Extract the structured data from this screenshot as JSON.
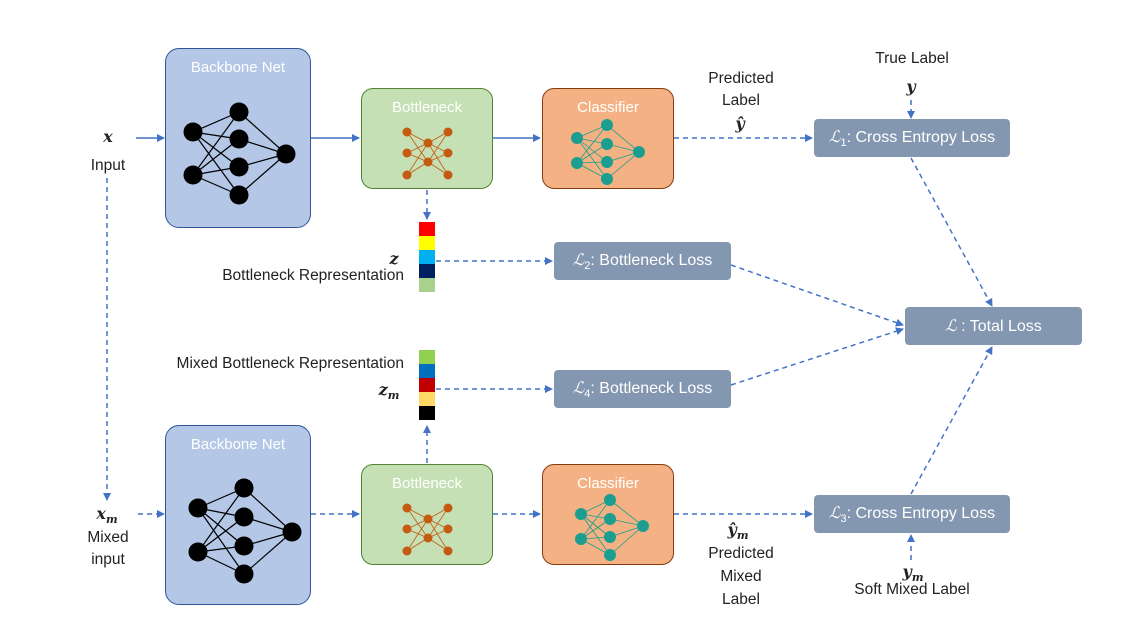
{
  "boxes": {
    "backbone_title": "Backbone Net",
    "bottleneck_title": "Bottleneck",
    "classifier_title": "Classifier"
  },
  "losses": {
    "l1_sub": "1",
    "l1_text": ": Cross Entropy Loss",
    "l2_sub": "2",
    "l2_text": ": Bottleneck Loss",
    "l3_sub": "3",
    "l3_text": ": Cross Entropy Loss",
    "l4_sub": "4",
    "l4_text": ": Bottleneck Loss",
    "total_text": " : Total Loss",
    "symbol": "ℒ"
  },
  "labels": {
    "x_symbol": "x",
    "input": "Input",
    "xm_symbol": "x",
    "xm_sub": "m",
    "mixed_input_1": "Mixed",
    "mixed_input_2": "input",
    "z_symbol": "z",
    "bottleneck_repr": "Bottleneck Representation",
    "zm_symbol": "z",
    "zm_sub": "m",
    "mixed_bottleneck_repr": "Mixed Bottleneck Representation",
    "predicted_1": "Predicted",
    "predicted_2": "Label",
    "yhat_symbol": "ŷ",
    "true_label": "True Label",
    "y_symbol": "y",
    "yhatm_symbol": "ŷ",
    "yhatm_sub": "m",
    "pred_mixed_1": "Predicted",
    "pred_mixed_2": "Mixed",
    "pred_mixed_3": "Label",
    "ym_symbol": "y",
    "ym_sub": "m",
    "soft_mixed_label": "Soft Mixed Label"
  },
  "colors": {
    "arrow": "#4472c4",
    "backbone_fill": "#b4c7e7",
    "bottleneck_fill": "#c5e0b4",
    "classifier_fill": "#f4b183",
    "loss_fill": "#8497b0",
    "bottleneck_node": "#c55a11",
    "classifier_node": "#1b9e8f",
    "z_vector": [
      "#ff0000",
      "#ffff00",
      "#00b0f0",
      "#002060",
      "#a9d18e"
    ],
    "zm_vector": [
      "#92d050",
      "#0070c0",
      "#c00000",
      "#ffd966",
      "#000000"
    ]
  }
}
